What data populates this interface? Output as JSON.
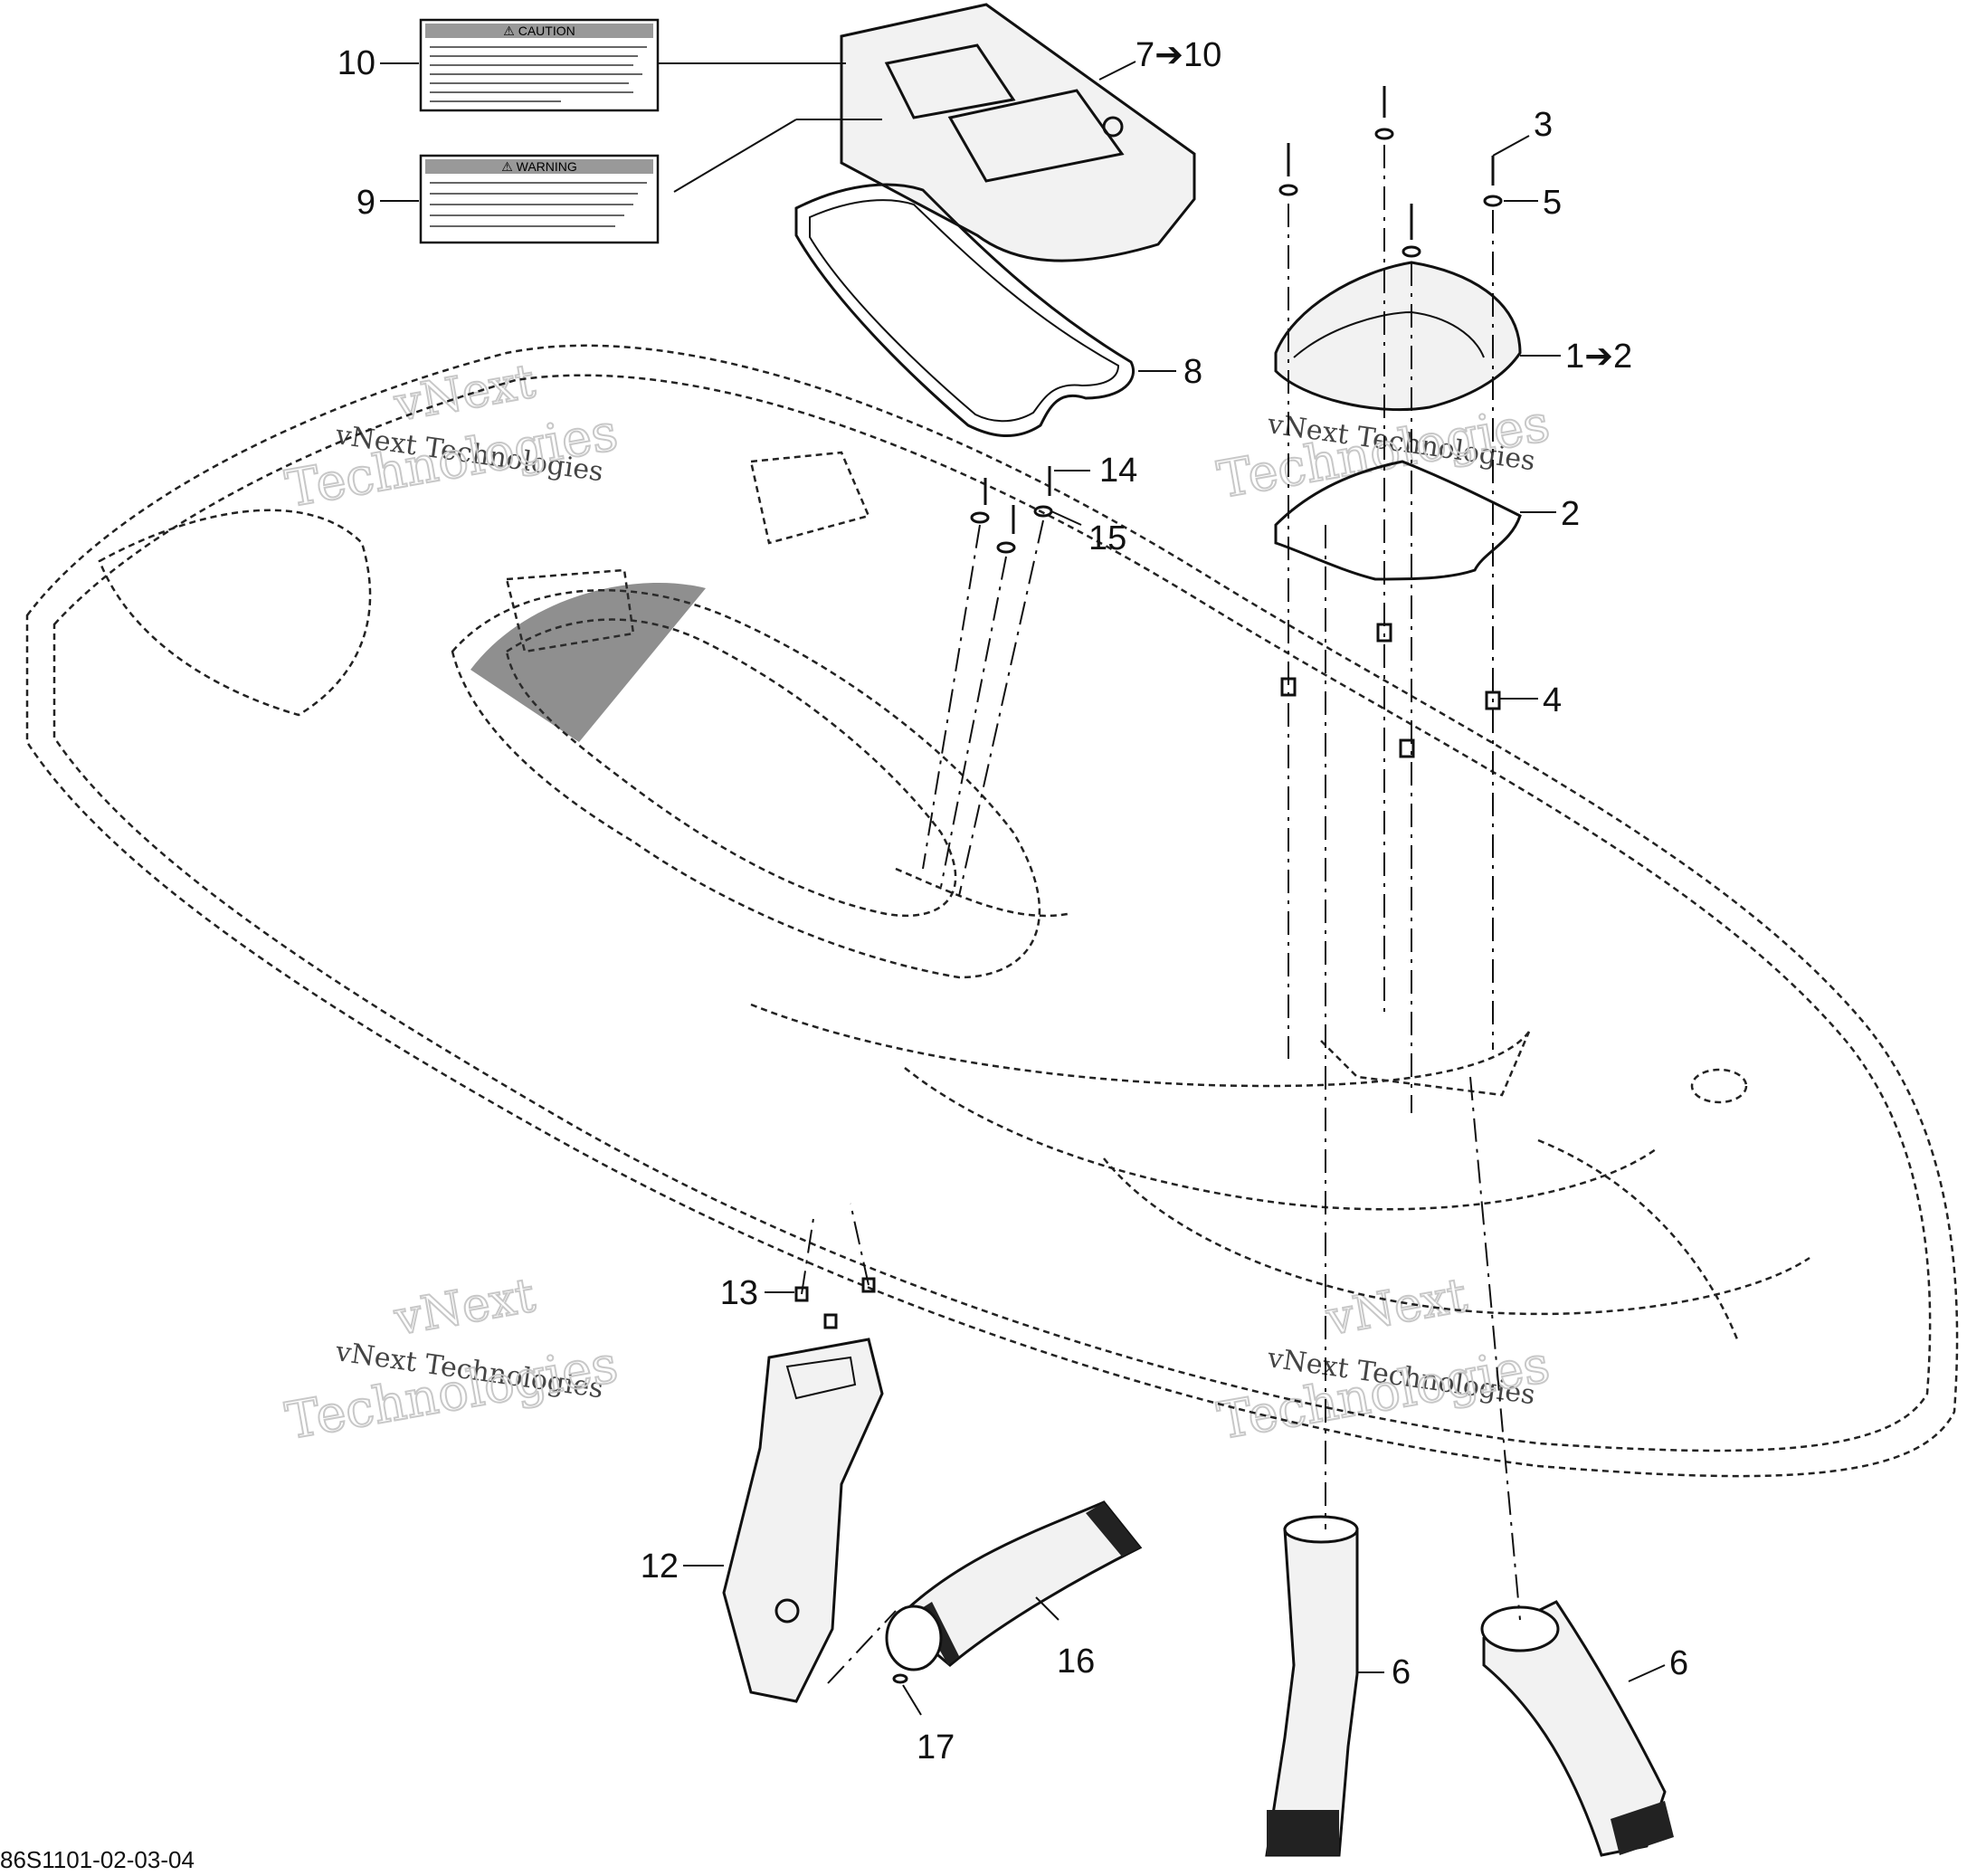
{
  "callouts": {
    "c1": "1➔2",
    "c2": "2",
    "c3": "3",
    "c4": "4",
    "c5": "5",
    "c6a": "6",
    "c6b": "6",
    "c7": "7➔10",
    "c8": "8",
    "c9": "9",
    "c10": "10",
    "c12": "12",
    "c13": "13",
    "c14": "14",
    "c15": "15",
    "c16": "16",
    "c17": "17"
  },
  "labels": {
    "caution_title": "⚠ CAUTION",
    "warning_title": "⚠ WARNING"
  },
  "watermark": {
    "line1": "vNext",
    "line2": "vNext Technologies",
    "line3": "Technologies"
  },
  "footer": {
    "code": "86S1101-02-03-04"
  }
}
